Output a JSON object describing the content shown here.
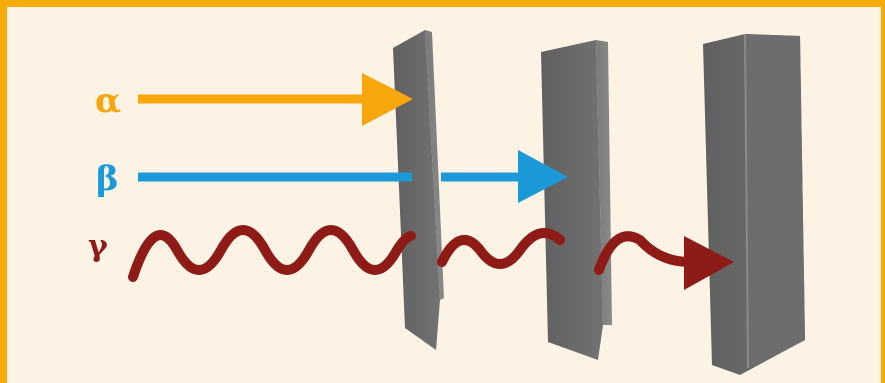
{
  "radiations": [
    {
      "symbol": "α",
      "color": "#f7a70c"
    },
    {
      "symbol": "β",
      "color": "#1c99d8"
    },
    {
      "symbol": "γ",
      "color": "#8f1b17"
    }
  ],
  "colors": {
    "frame": "#f7ab08",
    "background": "#fdf3e4",
    "barrier": "#6a6a6a"
  }
}
